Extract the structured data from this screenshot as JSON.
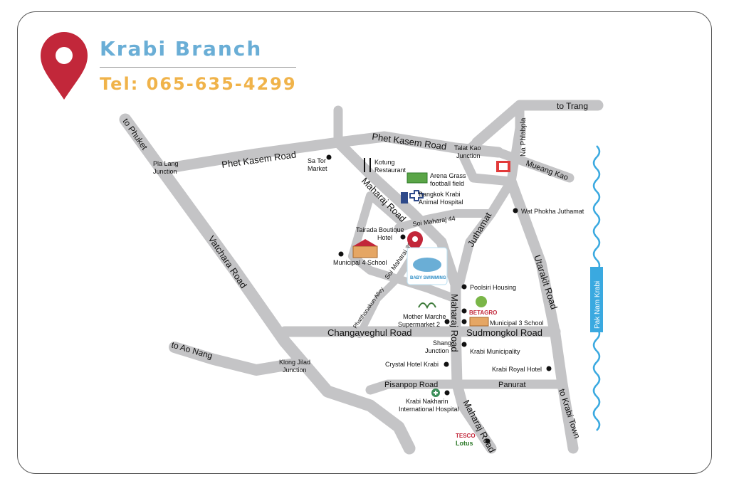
{
  "header": {
    "title": "Krabi Branch",
    "tel": "Tel: 065-635-4299"
  },
  "roads": {
    "phet_kasem_1": "Phet Kasem Road",
    "phet_kasem_2": "Phet Kasem Road",
    "vatchara": "Vatchara Road",
    "maharaj_1": "Maharaj Road",
    "maharaj_2": "Maharaj Road",
    "maharaj_3": "Maharaj Road",
    "juthamat": "Juthamat",
    "utarakit": "Utarakit Road",
    "changaveghul": "Changaveghul Road",
    "sudmongkol": "Sudmongkol Road",
    "pisanpop": "Pisanpop Road",
    "panurat": "Panurat",
    "soi_44": "Soi Maharaj 44",
    "soi_39": "Soi Maharaj 39",
    "alley": "Phatthanakun Alley",
    "na_phlabpla": "Na Phlabpla",
    "mueang_kao": "Mueang Kao"
  },
  "destinations": {
    "phuket": "to Phuket",
    "trang": "to Trang",
    "ao_nang": "to Ao Nang",
    "krabi_town": "to Krabi Town"
  },
  "river": "Pak Nam Krabi",
  "places": {
    "pla_lang_1": "Pla Lang",
    "pla_lang_2": "Junction",
    "sa_tor_1": "Sa Tor",
    "sa_tor_2": "Market",
    "kotung_1": "Kotung",
    "kotung_2": "Restaurant",
    "arena_1": "Arena Grass",
    "arena_2": "football field",
    "animal_1": "Bangkok Krabi",
    "animal_2": "Animal Hospital",
    "talat_1": "Talat Kao",
    "talat_2": "Junction",
    "wat": "Wat Phokha Juthamat",
    "tairada_1": "Tairada Boutique",
    "tairada_2": "Hotel",
    "muni4": "Municipal 4 School",
    "poolsiri": "Poolsiri Housing",
    "mother_1": "Mother Marche",
    "mother_2": "Supermarket 2",
    "muni3": "Municipal 3 School",
    "shang_1": "Shang",
    "shang_2": "Junction",
    "krabi_muni": "Krabi Municipality",
    "crystal": "Crystal Hotel Krabi",
    "royal": "Krabi Royal Hotel",
    "klong_1": "Klong Jilad",
    "klong_2": "Junction",
    "nakharin_1": "Krabi Nakharin",
    "nakharin_2": "International Hospital",
    "betagro": "BETAGRO",
    "tesco_1": "TESCO",
    "tesco_2": "Lotus",
    "baby_1": "BABY SWIMMING"
  },
  "colors": {
    "road": "#c4c4c6",
    "pin": "#c2273a",
    "title": "#6aaed6",
    "tel": "#f0b34a",
    "river": "#3aa9e0"
  }
}
